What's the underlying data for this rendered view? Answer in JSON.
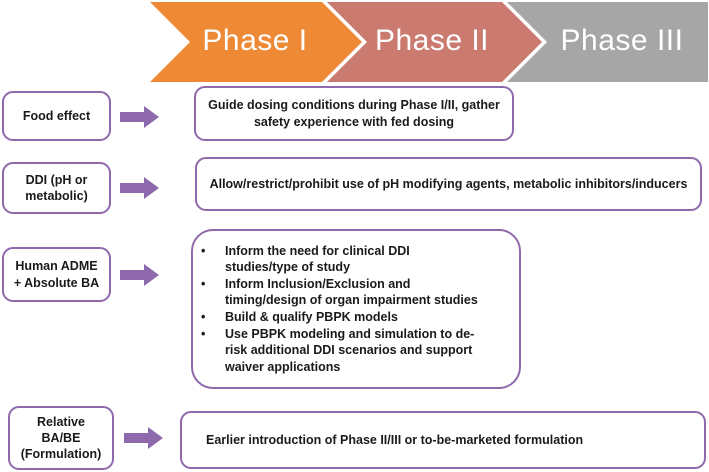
{
  "phases": [
    {
      "label": "Phase I",
      "color": "#ee8936"
    },
    {
      "label": "Phase II",
      "color": "#ca7a6e"
    },
    {
      "label": "Phase III",
      "color": "#a6a6a6"
    }
  ],
  "accent_color": "#8e6aac",
  "rows": [
    {
      "study_lines": [
        "Food effect"
      ],
      "impact_lines": [
        "Guide dosing conditions during Phase I/II, gather",
        "safety experience with fed dosing"
      ]
    },
    {
      "study_lines": [
        "DDI (pH or",
        "metabolic)"
      ],
      "impact_lines": [
        "Allow/restrict/prohibit use of pH modifying agents, metabolic inhibitors/inducers"
      ]
    },
    {
      "study_lines": [
        "Human ADME",
        "+ Absolute BA"
      ],
      "impact_bullets": [
        [
          "Inform the need for clinical DDI",
          "studies/type of study"
        ],
        [
          "Inform Inclusion/Exclusion and",
          "timing/design of organ impairment studies"
        ],
        [
          "Build & qualify PBPK models"
        ],
        [
          "Use PBPK modeling and simulation to de-",
          "risk additional DDI scenarios and support",
          "waiver applications"
        ]
      ]
    },
    {
      "study_lines": [
        "Relative",
        "BA/BE",
        "(Formulation)"
      ],
      "impact_lines": [
        "Earlier introduction of Phase II/III or to-be-marketed formulation"
      ]
    }
  ]
}
